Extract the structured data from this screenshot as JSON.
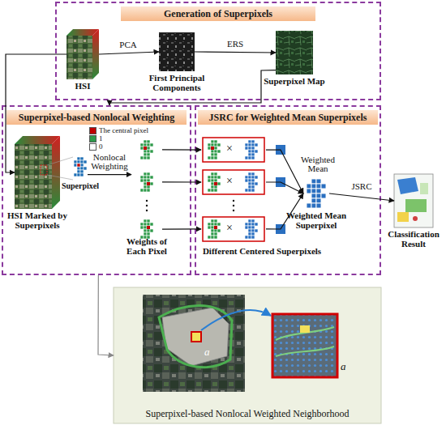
{
  "diagram": {
    "nodes": [
      {
        "text": [
          "Generation of Superpixels"
        ]
      },
      {
        "text": [
          "HSI"
        ],
        "in": 0
      },
      {
        "text": [
          "First Principal Components"
        ],
        "in": 0
      },
      {
        "text": [
          "Superpixel Map"
        ],
        "in": 0
      },
      {
        "text": [
          "Superpixel-based Nonlocal Weighting"
        ]
      },
      {
        "text": [
          "HSI Marked by Superpixels"
        ],
        "in": 4
      },
      {
        "text": [
          "Superpixel"
        ],
        "in": 4
      },
      {
        "text": [
          "Weights of Each Pixel"
        ],
        "in": 4
      },
      {
        "text": [
          "JSRC for Weighted Mean Superpixels"
        ]
      },
      {
        "text": [
          "Different Centered Superpixels"
        ],
        "in": 8
      },
      {
        "text": [
          "Weighted Mean Superpixel"
        ],
        "in": 8
      },
      {
        "text": [
          "Classification Result"
        ]
      },
      {
        "text": [
          "Superpixel-based Nonlocal Weighted Neighborhood"
        ]
      }
    ],
    "edges": [
      {
        "from": 1,
        "to": 2,
        "label": "PCA",
        "arrow": "to"
      },
      {
        "from": 2,
        "to": 3,
        "label": "ERS",
        "arrow": "to"
      },
      {
        "from": 1,
        "to": 5,
        "arrow": "to"
      },
      {
        "from": 3,
        "to": 4,
        "arrow": "to"
      },
      {
        "from": 6,
        "to": 7,
        "label": "Nonlocal Weighting",
        "arrow": "to"
      },
      {
        "from": 7,
        "to": 9,
        "arrow": "to"
      },
      {
        "from": 7,
        "to": 9,
        "arrow": "to"
      },
      {
        "from": 7,
        "to": 9,
        "arrow": "to"
      },
      {
        "from": 9,
        "to": 10,
        "arrow": "to"
      },
      {
        "from": 9,
        "to": 10,
        "label": "Weighted Mean",
        "arrow": "to"
      },
      {
        "from": 9,
        "to": 10,
        "arrow": "to"
      },
      {
        "from": 10,
        "to": 11,
        "label": "JSRC",
        "arrow": "to"
      },
      {
        "from": 4,
        "to": 12,
        "arrow": "to"
      }
    ],
    "labels": [
      "×",
      "×",
      "×",
      "a",
      "a"
    ],
    "legend": [
      {
        "text": "The central pixel",
        "color": "#c00000"
      },
      {
        "text": "1",
        "color": "#2e9a4a"
      },
      {
        "text": "0",
        "color": "#ffffff"
      }
    ]
  }
}
